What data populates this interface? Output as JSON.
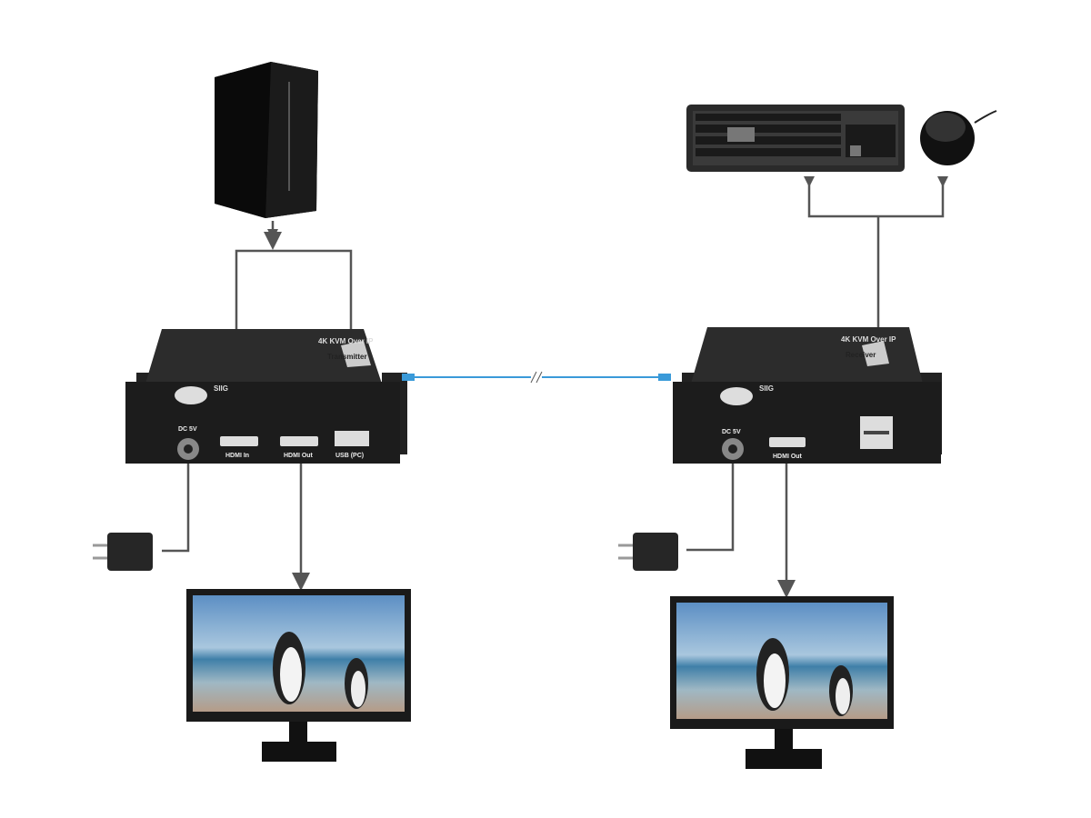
{
  "transmitter": {
    "brand": "SIIG",
    "model": "4K KVM Over IP",
    "role": "Transmitter",
    "ports": [
      "DC 5V",
      "HDMI In",
      "HDMI Out",
      "USB (PC)"
    ]
  },
  "receiver": {
    "brand": "SIIG",
    "model": "4K KVM Over IP",
    "role": "Receiver",
    "ports": [
      "DC 5V",
      "HDMI Out"
    ]
  },
  "colors": {
    "cable": "#3a9ad9",
    "connector": "#555555",
    "device": "#1e1e1e"
  }
}
